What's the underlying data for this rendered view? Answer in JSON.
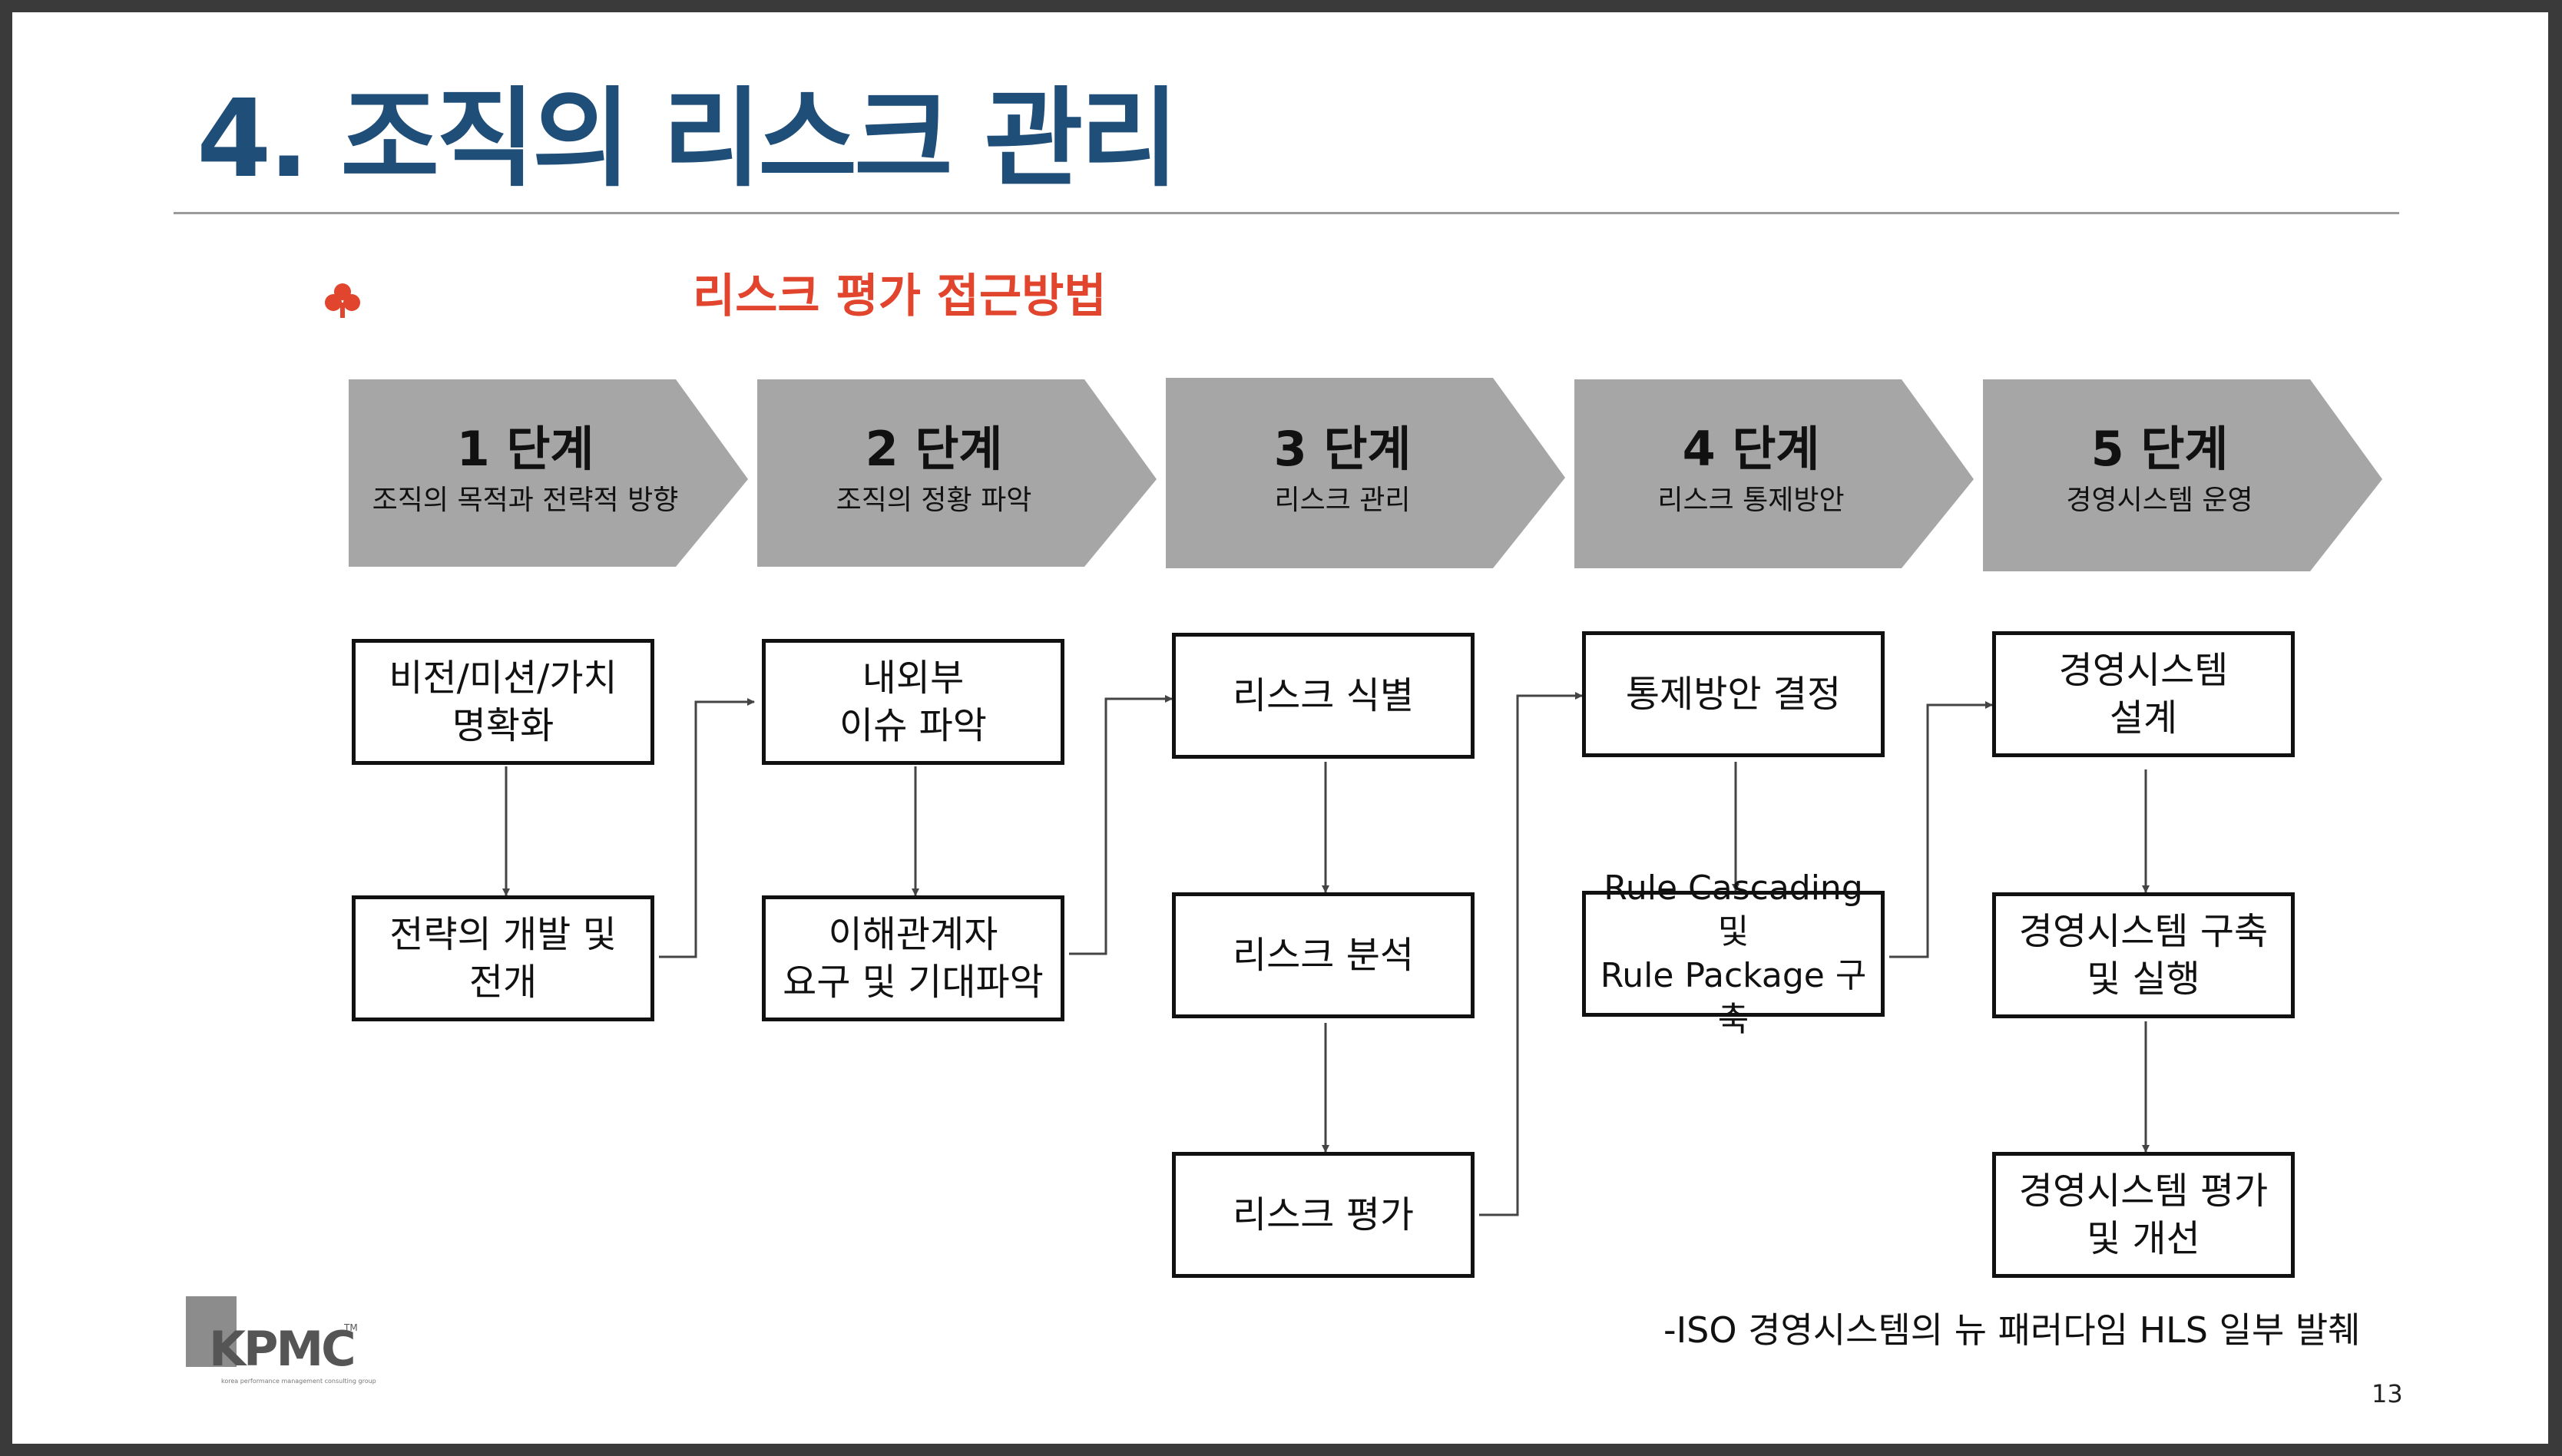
{
  "title": "4. 조직의 리스크 관리",
  "subtitle": "리스크 평가 접근방법",
  "subtitle_icon": "clover-icon",
  "stage_color": "#a6a6a6",
  "title_color": "#1f4e79",
  "accent_color": "#e2452d",
  "stages": [
    {
      "title": "1 단계",
      "subtitle": "조직의 목적과 전략적 방향"
    },
    {
      "title": "2 단계",
      "subtitle": "조직의 정황 파악"
    },
    {
      "title": "3 단계",
      "subtitle": "리스크 관리"
    },
    {
      "title": "4 단계",
      "subtitle": "리스크 통제방안"
    },
    {
      "title": "5 단계",
      "subtitle": "경영시스템 운영"
    }
  ],
  "boxes": {
    "s1": [
      "비전/미션/가치\n명확화",
      "전략의 개발 및\n전개"
    ],
    "s2": [
      "내외부\n이슈 파악",
      "이해관계자\n요구 및 기대파악"
    ],
    "s3": [
      "리스크 식별",
      "리스크 분석",
      "리스크 평가"
    ],
    "s4": [
      "통제방안 결정",
      "Rule Cascading 및\nRule Package 구축"
    ],
    "s5": [
      "경영시스템\n설계",
      "경영시스템 구축\n및 실행",
      "경영시스템 평가\n및 개선"
    ]
  },
  "logo": {
    "text": "KPMC",
    "tm": "TM",
    "tagline": "korea performance management consulting group"
  },
  "source": "-ISO 경영시스템의 뉴 패러다임 HLS 일부 발췌",
  "page_number": "13"
}
